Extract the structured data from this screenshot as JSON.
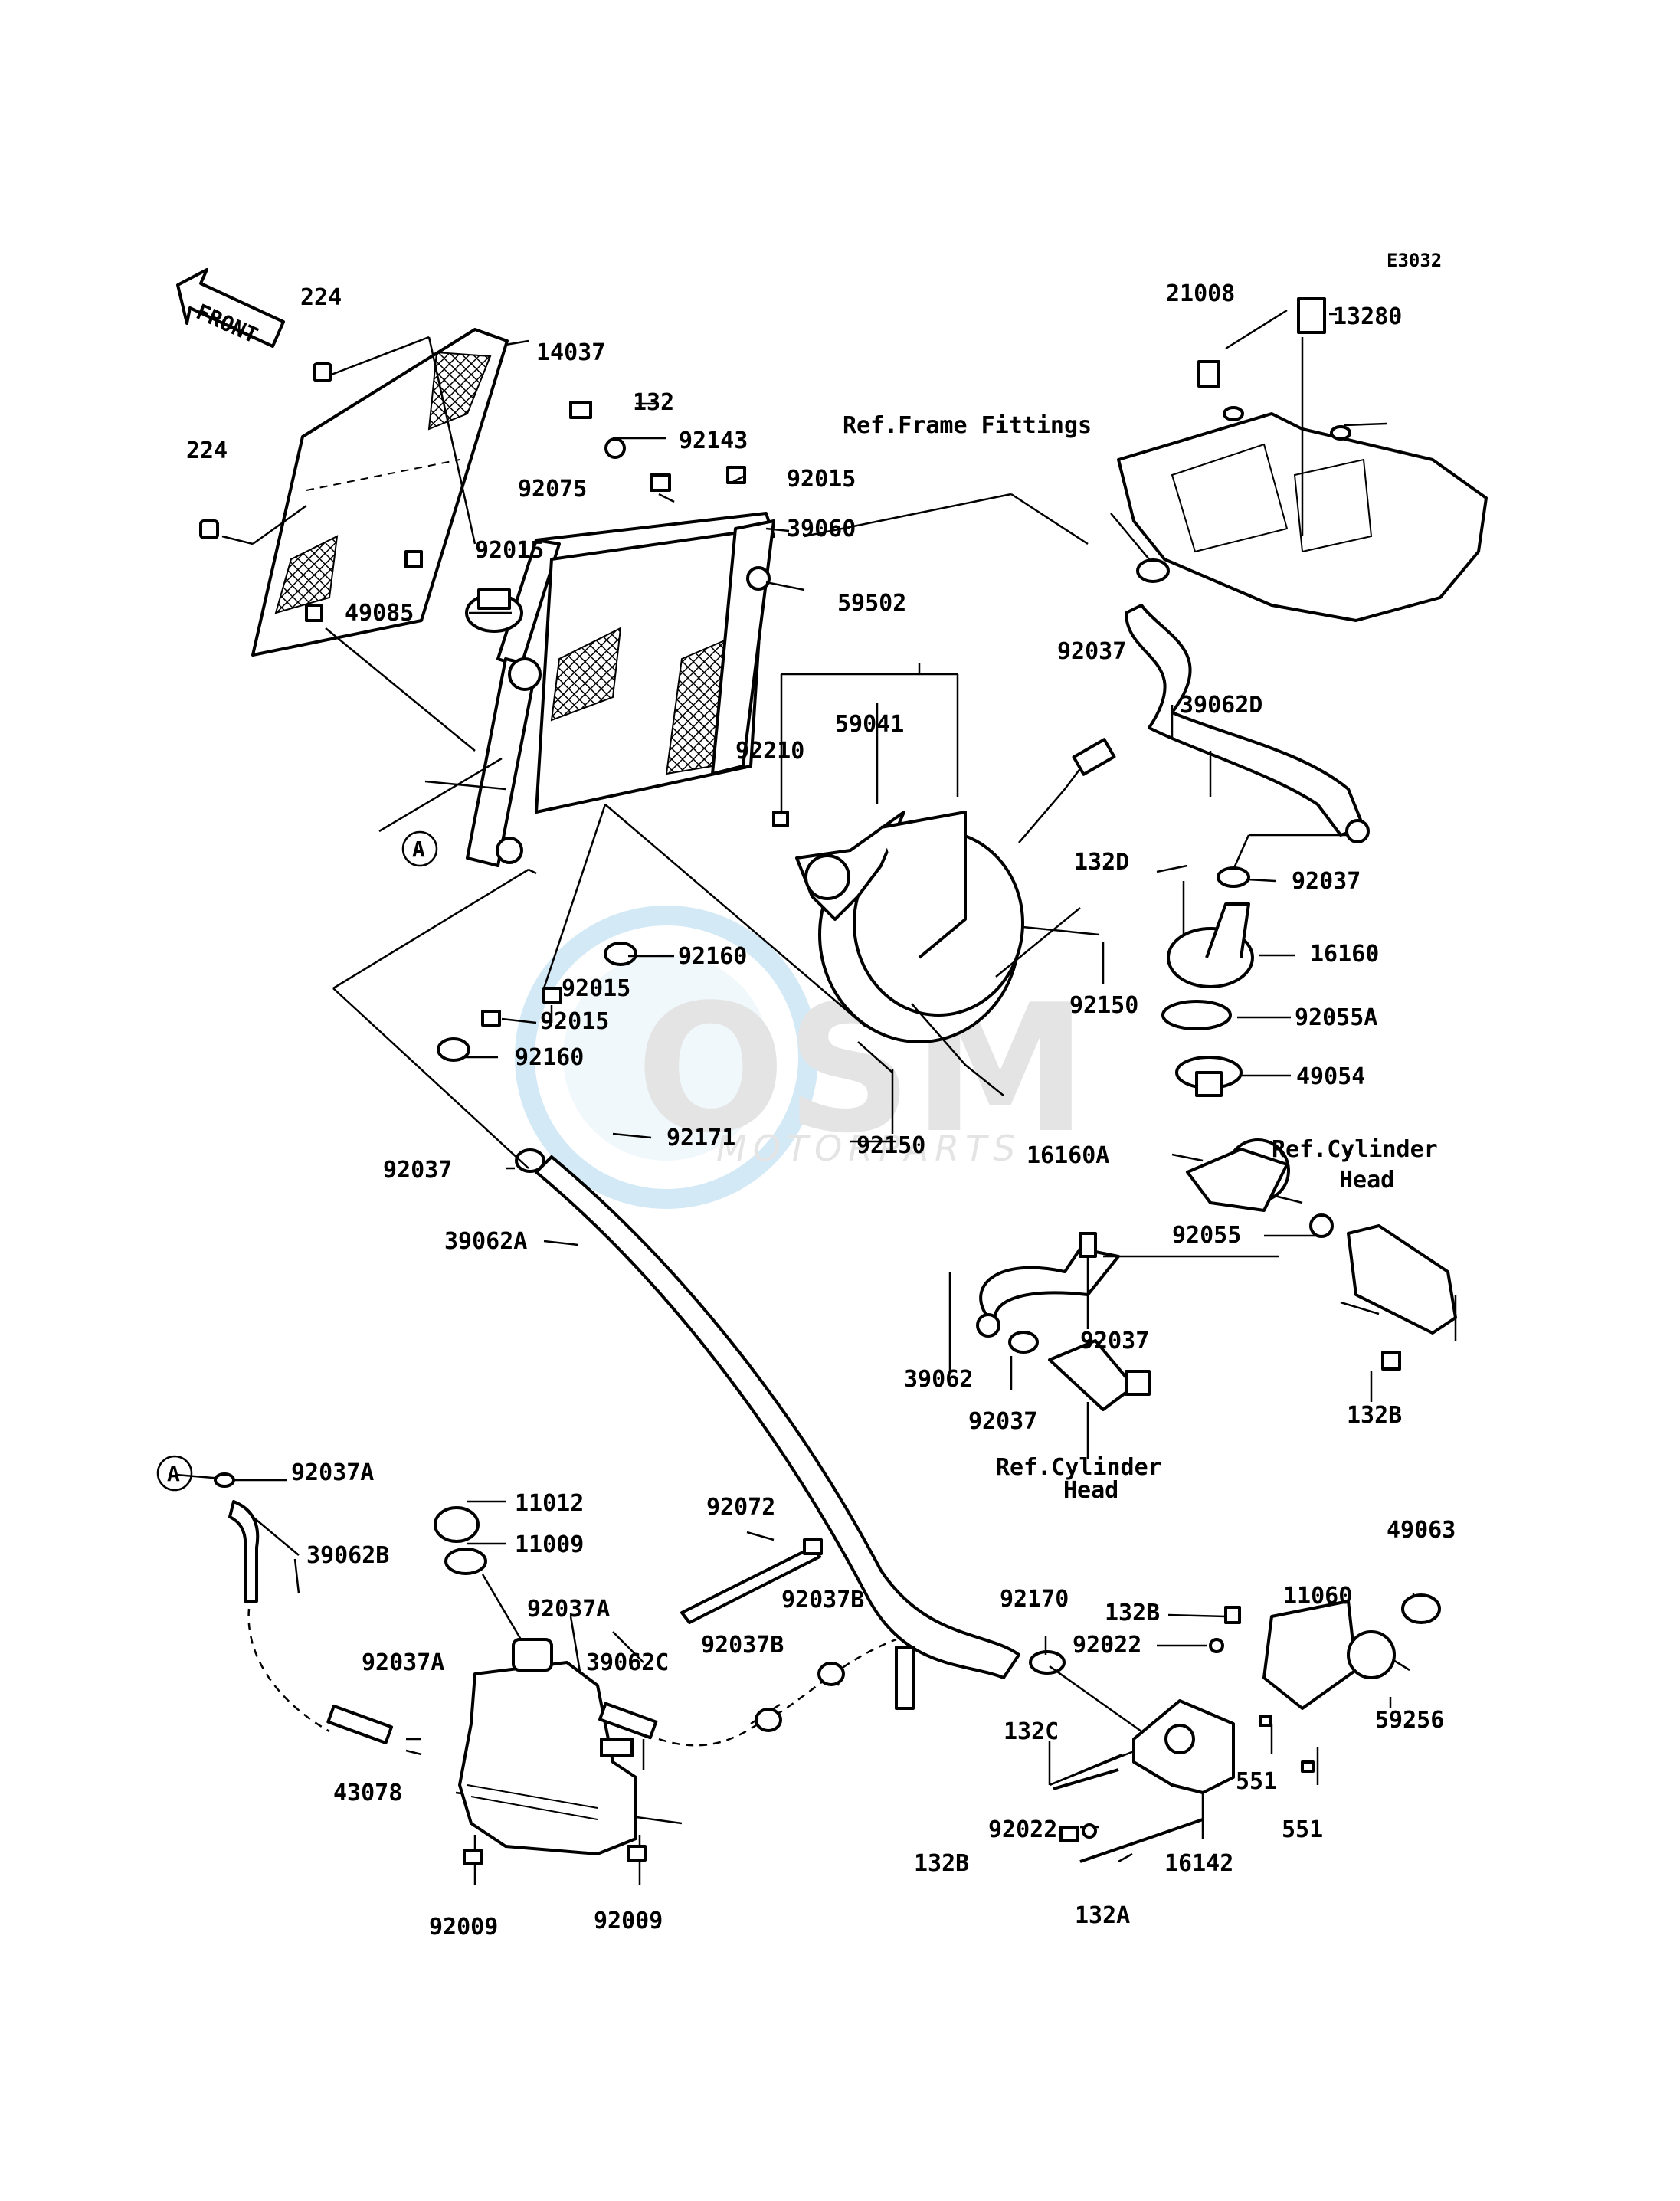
{
  "diagram": {
    "code": "E3032",
    "front_label": "FRONT",
    "circle_ref": "A",
    "watermark": {
      "brand": "OSM",
      "sub": "MOTORPARTS"
    },
    "refs": {
      "frame_fittings": "Ref.Frame Fittings",
      "cyl_head_1_line1": "Ref.Cylinder",
      "cyl_head_1_line2": "Head",
      "cyl_head_2_line1": "Ref.Cylinder",
      "cyl_head_2_line2": "Head"
    },
    "labels": {
      "p224a": "224",
      "p224b": "224",
      "p14037": "14037",
      "p132": "132",
      "p92143": "92143",
      "p92075": "92075",
      "p92015a": "92015",
      "p92015b": "92015",
      "p39060": "39060",
      "p49085": "49085",
      "p59502": "59502",
      "p92210": "92210",
      "p59041": "59041",
      "p92037a": "92037",
      "p39062D": "39062D",
      "p21008": "21008",
      "p13280": "13280",
      "p132D": "132D",
      "p92037b": "92037",
      "p16160": "16160",
      "p92055A": "92055A",
      "p49054": "49054",
      "p16160A": "16160A",
      "p92055": "92055",
      "p92150a": "92150",
      "p92150b": "92150",
      "p92160a": "92160",
      "p92160b": "92160",
      "p92015c": "92015",
      "p92015d": "92015",
      "p92171": "92171",
      "p92037c": "92037",
      "p39062A": "39062A",
      "p92037d": "92037",
      "p39062": "39062",
      "p92037e": "92037",
      "p132B_a": "132B",
      "p92037A_a": "92037A",
      "p39062B": "39062B",
      "p11012": "11012",
      "p11009": "11009",
      "p92072": "92072",
      "p92037A_b": "92037A",
      "p92037B_a": "92037B",
      "p92037A_c": "92037A",
      "p39062C": "39062C",
      "p92037B_b": "92037B",
      "p43078": "43078",
      "p92009a": "92009",
      "p92009b": "92009",
      "p92170": "92170",
      "p132B_b": "132B",
      "p92022a": "92022",
      "p11060": "11060",
      "p49063": "49063",
      "p59256": "59256",
      "p132C": "132C",
      "p551a": "551",
      "p551b": "551",
      "p92022b": "92022",
      "p132B_c": "132B",
      "p16142": "16142",
      "p132A": "132A"
    }
  }
}
